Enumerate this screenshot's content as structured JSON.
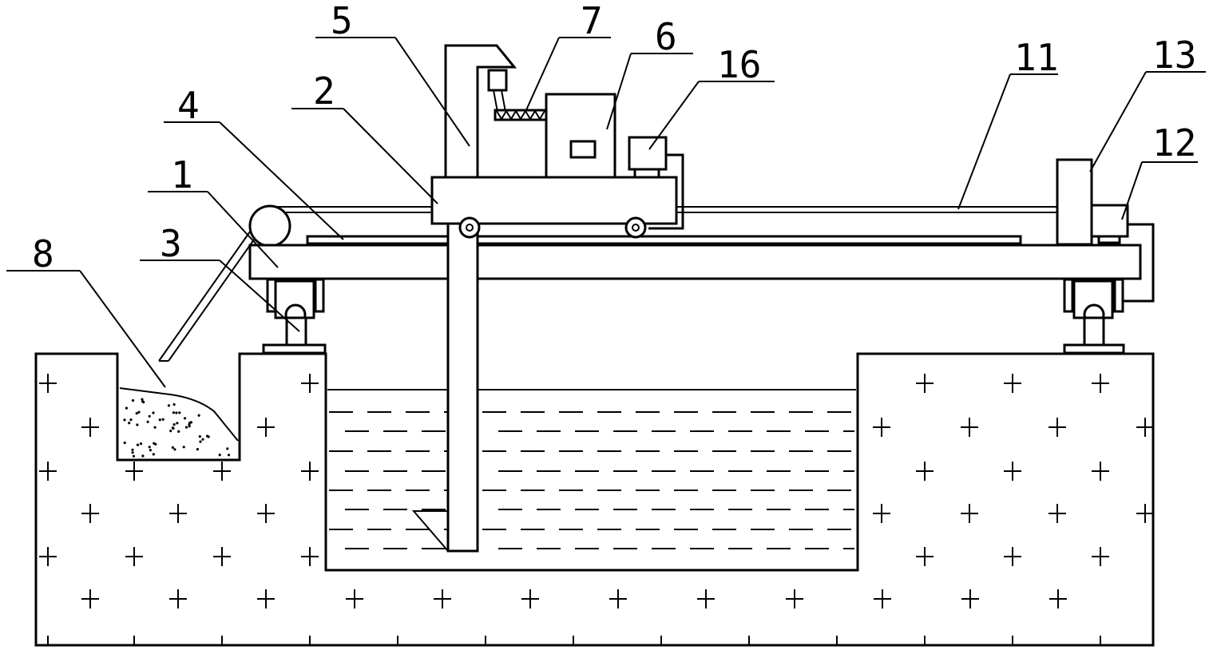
{
  "diagram": {
    "labels": {
      "l1": "1",
      "l2": "2",
      "l3": "3",
      "l4": "4",
      "l5": "5",
      "l6": "6",
      "l7": "7",
      "l8": "8",
      "l11": "11",
      "l12": "12",
      "l13": "13",
      "l16": "16"
    }
  }
}
